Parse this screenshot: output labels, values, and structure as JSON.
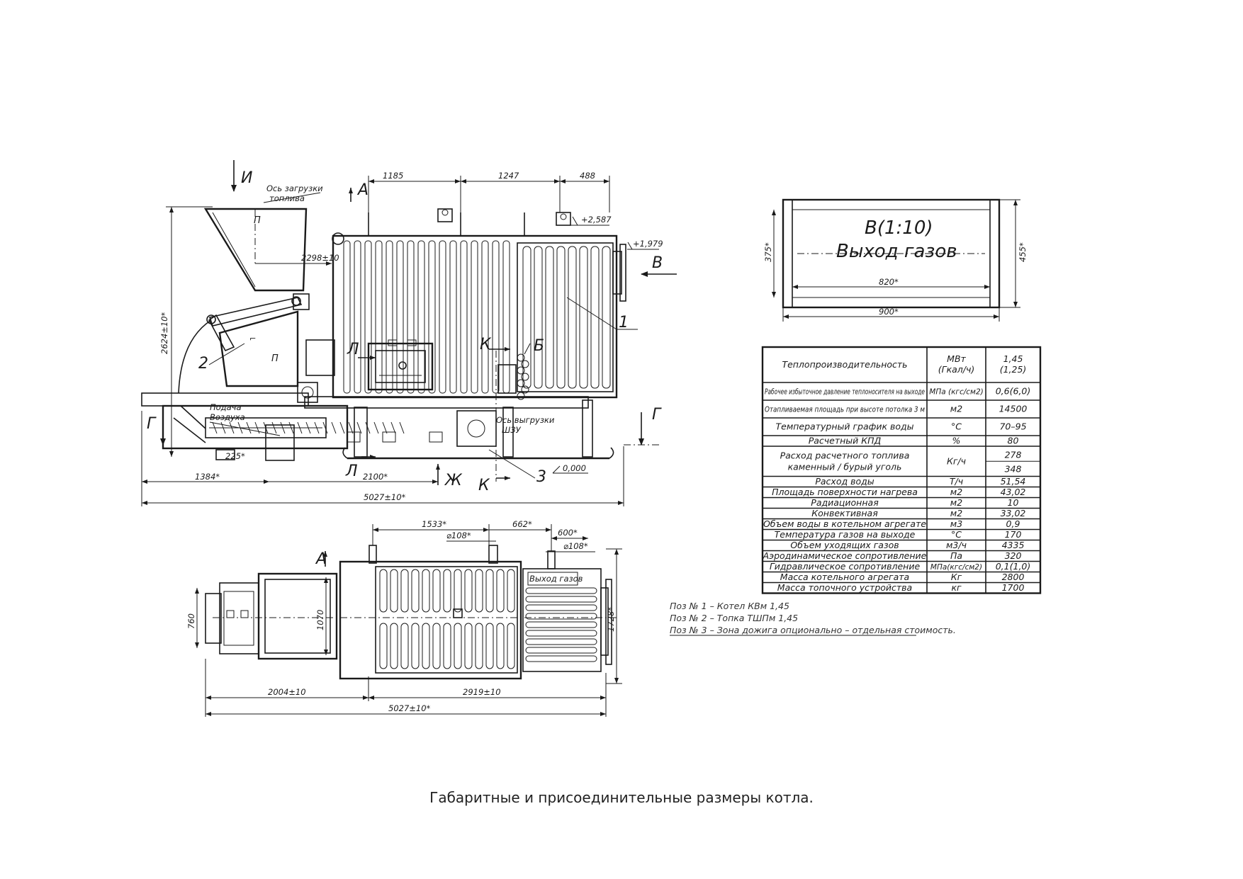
{
  "caption": "Габаритные и присоединительные размеры котла.",
  "side_view": {
    "section_marks": {
      "i": "И",
      "a": "А",
      "v": "В",
      "g_left": "Г",
      "g_right": "Г",
      "zh": "Ж",
      "k_bottom": "К",
      "l_top": "Л",
      "l_bottom": "Л",
      "k_mid": "К",
      "b_mid": "Б"
    },
    "labels": {
      "axis_load_1": "Ось загрузки",
      "axis_load_2": "топлива",
      "air_1": "Подача",
      "air_2": "Воздуха",
      "unload_1": "Ось выгрузки",
      "unload_2": "ШЗУ",
      "pos1": "1",
      "pos2": "2",
      "pos3": "3",
      "p_mark_1": "П",
      "p_mark_2": "П"
    },
    "dims": {
      "d1185": "1185",
      "d1247": "1247",
      "d488": "488",
      "d2587": "+2,587",
      "d1979": "+1,979",
      "d2298": "2298±10",
      "d2624": "2624±10*",
      "d225": "225*",
      "d1384": "1384*",
      "d2100": "2100*",
      "d5027": "5027±10*",
      "d0000": "0,000"
    }
  },
  "flange_view": {
    "title": "В(1:10)",
    "subtitle": "Выход газов",
    "d820": "820*",
    "d900": "900*",
    "d375": "375*",
    "d455": "455*"
  },
  "plan_view": {
    "section_a": "А",
    "label_gas": "Выход газов",
    "dims": {
      "d1533": "1533*",
      "d662": "662*",
      "d600": "600*",
      "d108a": "⌀108*",
      "d108b": "⌀108*",
      "d760": "760",
      "d1070": "1070",
      "d1728": "1728*",
      "d2004": "2004±10",
      "d2919": "2919±10",
      "d5027": "5027±10*"
    }
  },
  "spec_table": {
    "rows": [
      {
        "param": "Теплопроизводительность",
        "unit": [
          "МВт",
          "(Гкал/ч)"
        ],
        "value": [
          "1,45",
          "(1,25)"
        ],
        "small": false,
        "h": 2
      },
      {
        "param": "Рабочее избыточное давление теплоносителя на выходе",
        "unit": [
          "МПа (кгс/см2)"
        ],
        "value": [
          "0,6(6,0)"
        ],
        "small": true,
        "h": 1
      },
      {
        "param": "Отапливаемая площадь при высоте потолка 3 м",
        "unit": [
          "м2"
        ],
        "value": [
          "14500"
        ],
        "small": true,
        "h": 1
      },
      {
        "param": "Температурный график воды",
        "unit": [
          "°С"
        ],
        "value": [
          "70–95"
        ],
        "small": false,
        "h": 1
      },
      {
        "param": "Расчетный КПД",
        "unit": [
          "%"
        ],
        "value": [
          "80"
        ],
        "small": false,
        "h": 0.6
      },
      {
        "param": "Расход расчетного топлива каменный / бурый уголь",
        "unit": [
          "Кг/ч"
        ],
        "value": [
          "278",
          "348"
        ],
        "small": false,
        "h": 1.7,
        "split": true
      },
      {
        "param": "Расход воды",
        "unit": [
          "Т/ч"
        ],
        "value": [
          "51,54"
        ],
        "small": false,
        "h": 0.6
      },
      {
        "param": "Площадь поверхности нагрева",
        "unit": [
          "м2"
        ],
        "value": [
          "43,02"
        ],
        "small": false,
        "h": 0.6
      },
      {
        "param": "Радиационная",
        "unit": [
          "м2"
        ],
        "value": [
          "10"
        ],
        "small": false,
        "h": 0.6
      },
      {
        "param": "Конвективная",
        "unit": [
          "м2"
        ],
        "value": [
          "33,02"
        ],
        "small": false,
        "h": 0.6
      },
      {
        "param": "Объем воды в котельном агрегате",
        "unit": [
          "м3"
        ],
        "value": [
          "0,9"
        ],
        "small": false,
        "h": 0.6
      },
      {
        "param": "Температура газов на выходе",
        "unit": [
          "°С"
        ],
        "value": [
          "170"
        ],
        "small": false,
        "h": 0.6
      },
      {
        "param": "Объем уходящих газов",
        "unit": [
          "м3/ч"
        ],
        "value": [
          "4335"
        ],
        "small": false,
        "h": 0.6
      },
      {
        "param": "Аэродинамическое сопротивление",
        "unit": [
          "Па"
        ],
        "value": [
          "320"
        ],
        "small": false,
        "h": 0.6
      },
      {
        "param": "Гидравлическое сопротивление",
        "unit": [
          "МПа(кгс/см2)"
        ],
        "value": [
          "0,1(1,0)"
        ],
        "small": false,
        "h": 0.6
      },
      {
        "param": "Масса котельного агрегата",
        "unit": [
          "Кг"
        ],
        "value": [
          "2800"
        ],
        "small": false,
        "h": 0.6
      },
      {
        "param": "Масса топочного устройства",
        "unit": [
          "кг"
        ],
        "value": [
          "1700"
        ],
        "small": false,
        "h": 0.6
      }
    ]
  },
  "notes": [
    "Поз № 1 – Котел КВм 1,45",
    "Поз № 2 – Топка ТШПм 1,45",
    "Поз № 3 – Зона дожига опционально – отдельная стоимость."
  ]
}
